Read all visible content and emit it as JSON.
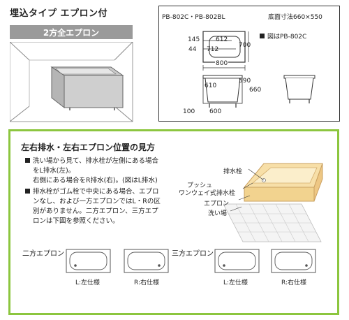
{
  "header": {
    "title": "埋込タイプ エプロン付",
    "band": "2方全エプロン"
  },
  "dimensions": {
    "model": "PB-802C・PB-802BL",
    "base_size": "底面寸法660×550",
    "figure_note": "図はPB-802C",
    "labels": {
      "d145": "145",
      "d612": "612",
      "d44": "44",
      "d712": "712",
      "d700": "700",
      "d800": "800",
      "d610": "610",
      "d590": "590",
      "d660": "660",
      "d100": "100",
      "d600": "600"
    }
  },
  "guide": {
    "title": "左右排水・左右エプロン位置の見方",
    "bullets": [
      [
        "洗い場から見て、排水栓が左側にある場合",
        "をL排水(左)。",
        "右側にある場合をR排水(右)。(図はL排水)"
      ],
      [
        "排水栓がゴム栓で中央にある場合、エプロ",
        "ンなし、および一方エプロンではL・Rの区",
        "別がありません。二方エプロン、三方エプ",
        "ロンは下図を参照ください。"
      ]
    ],
    "diagram_labels": {
      "drain": "排水栓",
      "push1": "プッシュ",
      "push2": "ワンウェイ式排水栓",
      "apron": "エプロン",
      "washarea": "洗い場"
    },
    "two_apron": {
      "label": "二方エプロン",
      "left": "L:左仕様",
      "right": "R:右仕様"
    },
    "three_apron": {
      "label": "三方エプロン",
      "left": "L:左仕様",
      "right": "R:右仕様"
    }
  }
}
